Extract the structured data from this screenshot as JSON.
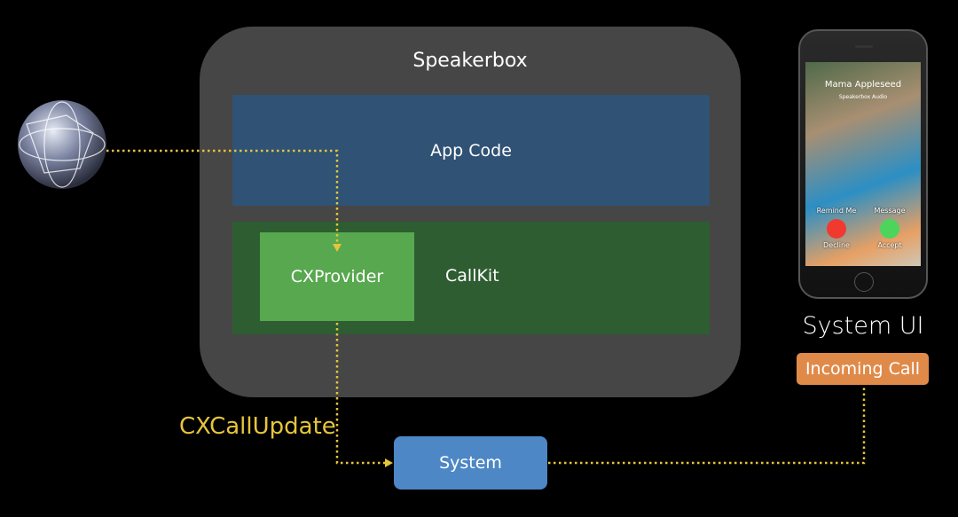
{
  "speakerbox": {
    "title": "Speakerbox",
    "app_code": "App Code",
    "callkit": "CallKit",
    "cxprovider": "CXProvider"
  },
  "system": "System",
  "cxcallupdate": "CXCallUpdate",
  "system_ui": {
    "label": "System UI",
    "incoming_call": "Incoming Call"
  },
  "phone": {
    "caller": "Mama Appleseed",
    "subtitle": "Speakerbox Audio",
    "remind": "Remind Me",
    "message": "Message",
    "decline": "Decline",
    "accept": "Accept"
  },
  "colors": {
    "flow_line": "#e6c53a",
    "app_code": "#2f5275",
    "callkit": "#2e5d31",
    "cxprovider": "#58a84f",
    "system": "#4d87c5",
    "incoming": "#e08a4a"
  },
  "icons": {
    "network": "globe-icon"
  }
}
